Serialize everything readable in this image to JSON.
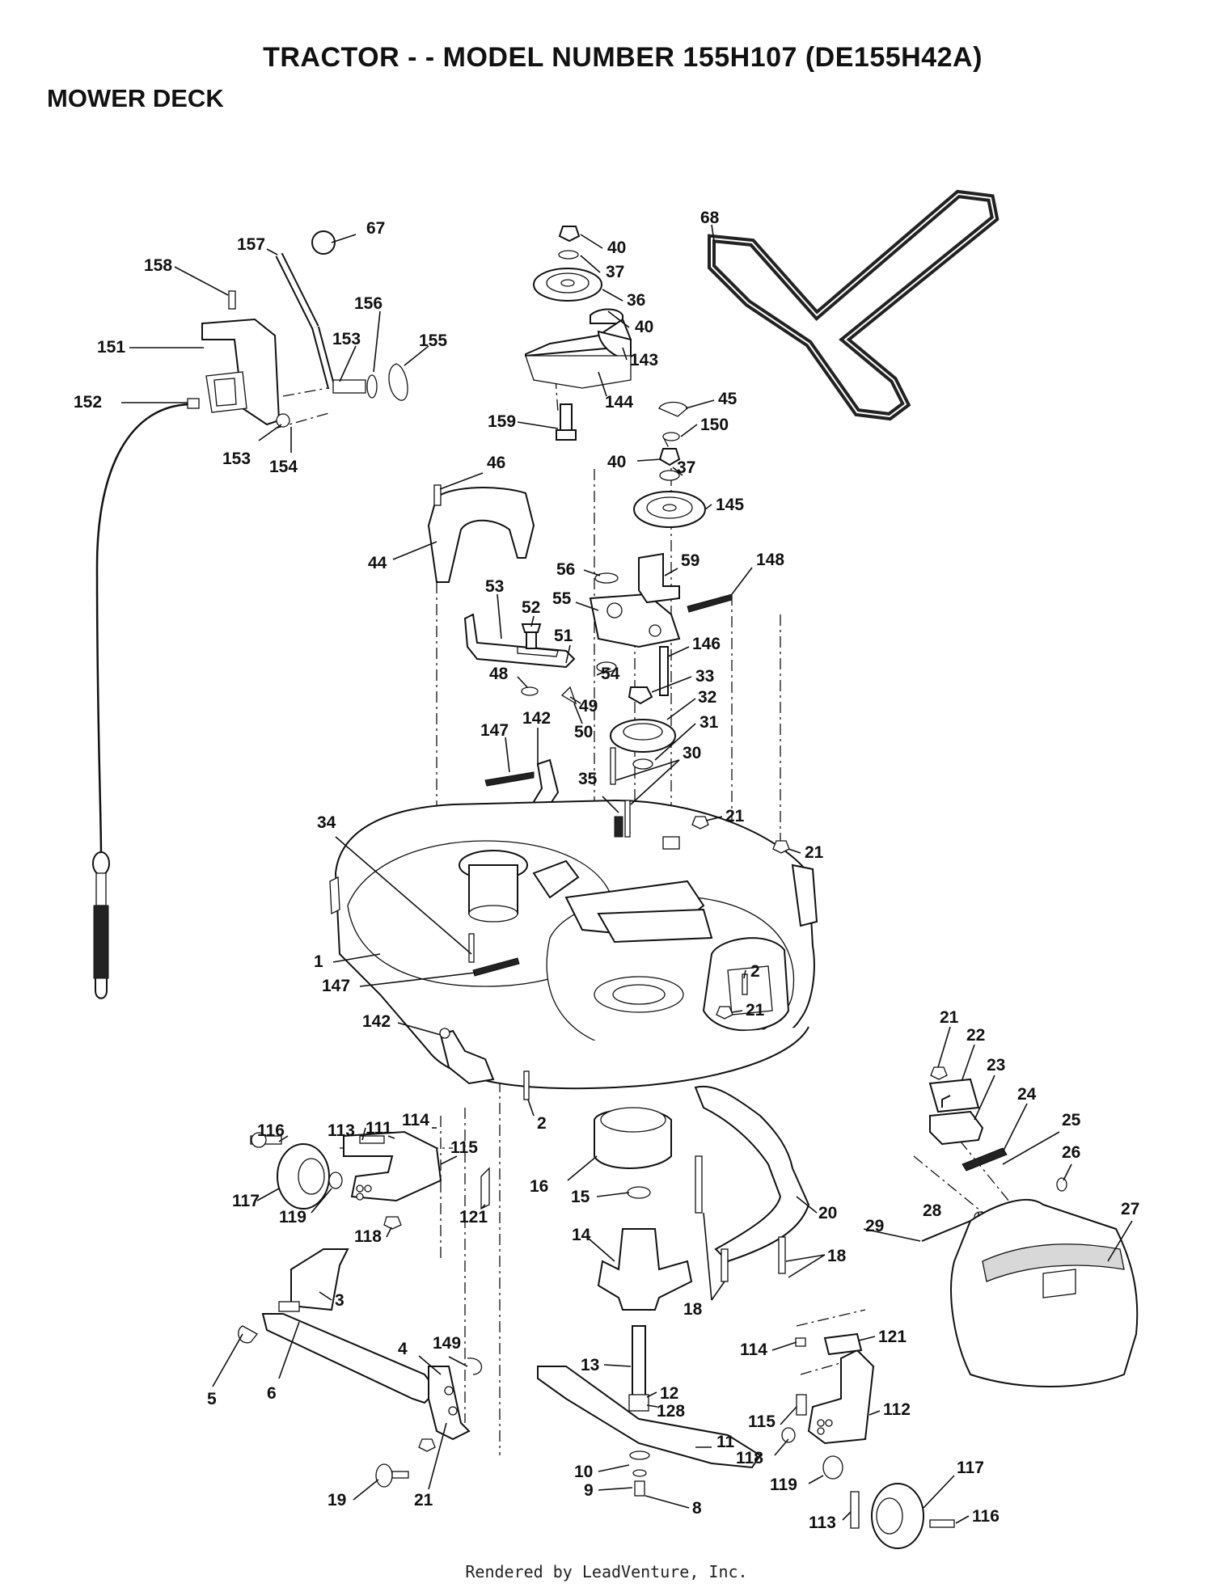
{
  "header": {
    "title": "TRACTOR - - MODEL NUMBER 155H107 (DE155H42A)",
    "section": "MOWER DECK"
  },
  "footer": {
    "credit": "Rendered by LeadVenture, Inc."
  },
  "callouts": [
    "67",
    "157",
    "158",
    "156",
    "155",
    "151",
    "153",
    "152",
    "153",
    "154",
    "40",
    "37",
    "36",
    "40",
    "143",
    "144",
    "68",
    "45",
    "150",
    "159",
    "40",
    "37",
    "145",
    "46",
    "44",
    "56",
    "59",
    "148",
    "55",
    "53",
    "52",
    "51",
    "146",
    "48",
    "54",
    "33",
    "49",
    "32",
    "50",
    "31",
    "147",
    "142",
    "30",
    "35",
    "21",
    "34",
    "21",
    "1",
    "2",
    "147",
    "21",
    "142",
    "21",
    "22",
    "23",
    "24",
    "25",
    "26",
    "2",
    "16",
    "114",
    "113",
    "111",
    "116",
    "115",
    "15",
    "20",
    "117",
    "119",
    "121",
    "28",
    "29",
    "27",
    "118",
    "14",
    "18",
    "3",
    "18",
    "149",
    "4",
    "121",
    "114",
    "5",
    "6",
    "13",
    "12",
    "128",
    "112",
    "115",
    "11",
    "118",
    "117",
    "19",
    "21",
    "10",
    "119",
    "9",
    "8",
    "113",
    "116"
  ]
}
